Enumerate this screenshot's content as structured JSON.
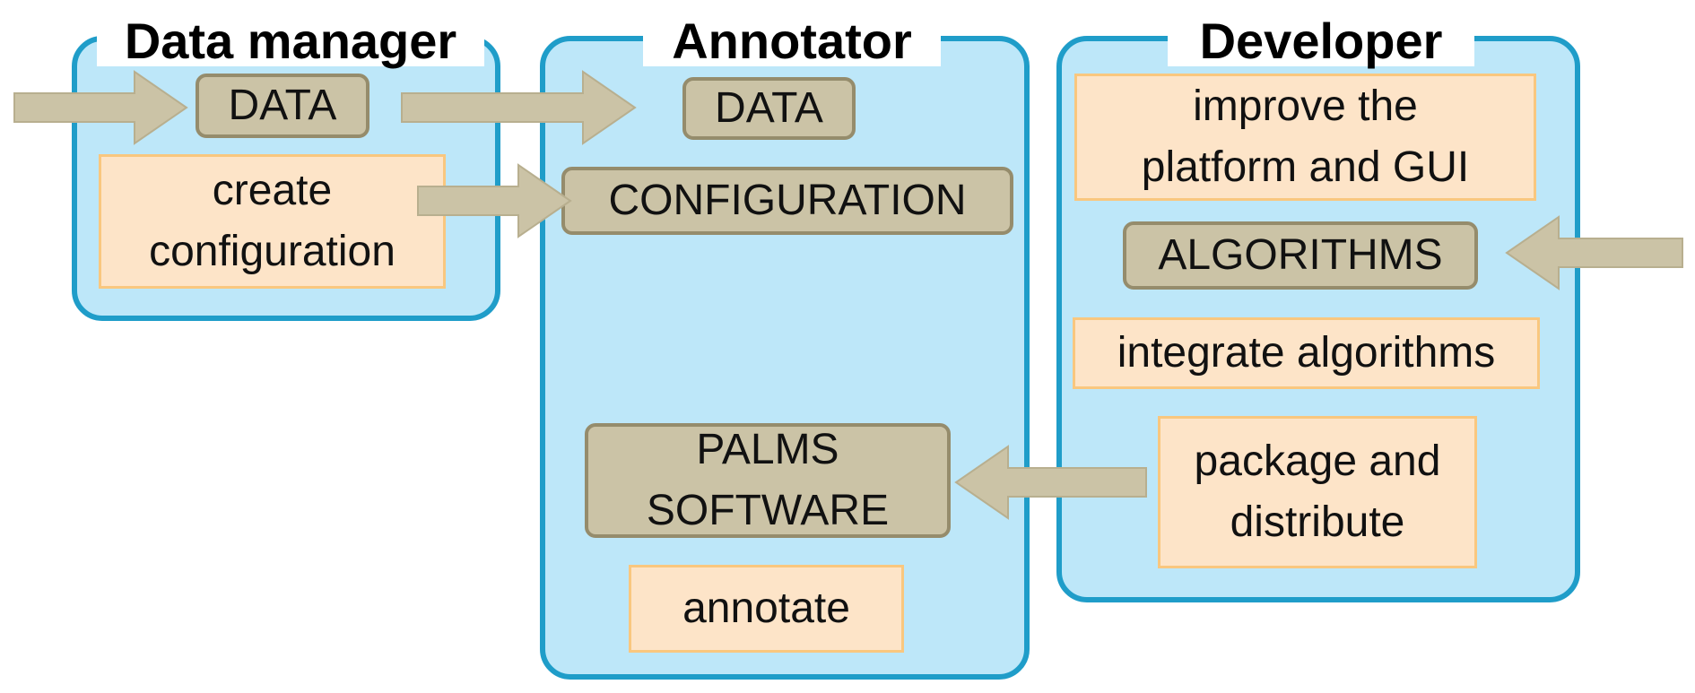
{
  "colors": {
    "panel_fill": "#bde7f9",
    "panel_border": "#1f9dc9",
    "gray_box_fill": "#cbc3a6",
    "gray_box_border": "#958c6c",
    "peach_box_fill": "#fde4c8",
    "peach_box_border": "#f9c77f",
    "arrow_fill": "#cbc3a6"
  },
  "panels": {
    "data_manager": {
      "title": "Data manager",
      "data_box": "DATA",
      "create_config_box": "create\nconfiguration"
    },
    "annotator": {
      "title": "Annotator",
      "data_box": "DATA",
      "configuration_box": "CONFIGURATION",
      "palms_box": "PALMS\nSOFTWARE",
      "annotate_box": "annotate"
    },
    "developer": {
      "title": "Developer",
      "improve_box": "improve the\nplatform and GUI",
      "algorithms_box": "ALGORITHMS",
      "integrate_box": "integrate algorithms",
      "package_box": "package and\ndistribute"
    }
  }
}
